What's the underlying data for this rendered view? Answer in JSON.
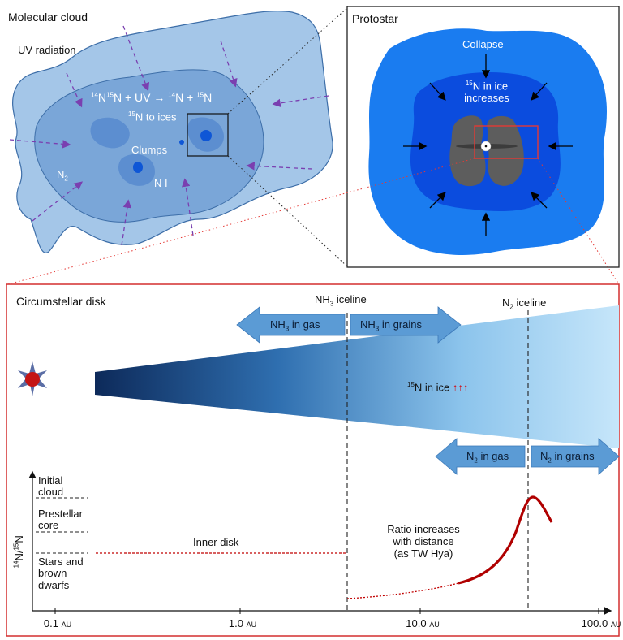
{
  "molecular_cloud": {
    "title": "Molecular cloud",
    "uv_radiation": "UV radiation",
    "reaction": {
      "a_sup": "14",
      "a": "N",
      "b_sup": "15",
      "b": "N + UV → ",
      "c_sup": "14",
      "c": "N + ",
      "d_sup": "15",
      "d": "N"
    },
    "to_ices": {
      "sup": "15",
      "text": "N to ices"
    },
    "clumps": "Clumps",
    "n2": {
      "text": "N",
      "sub": "2"
    },
    "ni": "N I"
  },
  "protostar": {
    "title": "Protostar",
    "collapse": "Collapse",
    "in_ice": {
      "sup": "15",
      "line1": "N in ice",
      "line2": "increases"
    }
  },
  "disk": {
    "title": "Circumstellar disk",
    "nh3_iceline": {
      "text": "NH",
      "sub": "3",
      "rest": " iceline"
    },
    "n2_iceline": {
      "text": "N",
      "sub": "2",
      "rest": " iceline"
    },
    "nh3_gas": {
      "text": "NH",
      "sub": "3",
      "rest": " in gas"
    },
    "nh3_grains": {
      "text": "NH",
      "sub": "3",
      "rest": " in grains"
    },
    "n2_gas": {
      "text": "N",
      "sub": "2",
      "rest": " in gas"
    },
    "n2_grains": {
      "text": "N",
      "sub": "2",
      "rest": " in grains"
    },
    "in_ice": {
      "sup": "15",
      "text": "N in ice ",
      "arrows": "↑↑↑"
    },
    "colors": {
      "disk_dark": "#0d2a5a",
      "disk_light": "#bfe2f8",
      "arrow": "#5b9bd5",
      "curve": "#c00000",
      "frame": "#d32f2f"
    }
  },
  "plot": {
    "ylabel": {
      "a_sup": "14",
      "a": "N/",
      "b_sup": "15",
      "b": "N"
    },
    "levels": [
      {
        "line1": "Initial",
        "line2": "cloud",
        "line3": ""
      },
      {
        "line1": "Prestellar",
        "line2": "core",
        "line3": ""
      },
      {
        "line1": "Stars and",
        "line2": "brown",
        "line3": "dwarfs"
      }
    ],
    "inner_disk": "Inner disk",
    "ratio_note": {
      "line1": "Ratio increases",
      "line2": "with distance",
      "line3": "(as TW Hya)"
    },
    "xticks": [
      {
        "value": "0.1",
        "unit": "AU"
      },
      {
        "value": "1.0",
        "unit": "AU"
      },
      {
        "value": "10.0",
        "unit": "AU"
      },
      {
        "value": "100.0",
        "unit": "AU"
      }
    ]
  }
}
